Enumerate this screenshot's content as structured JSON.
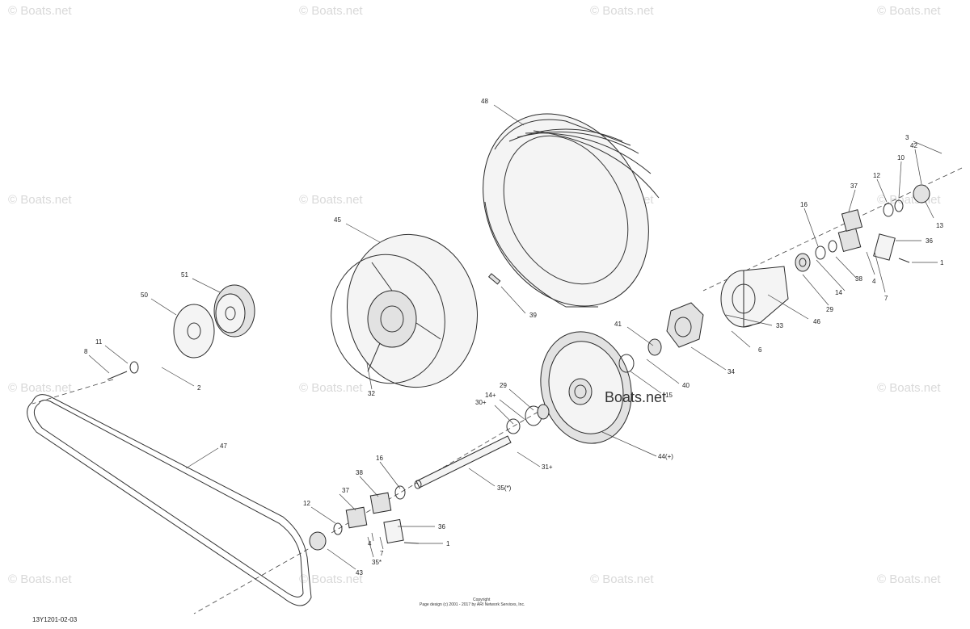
{
  "watermark": "© Boats.net",
  "brand_mark": "Boats.net",
  "copyright": {
    "line1": "Copyright",
    "line2": "Page design (c) 2001 - 2017 by ARI Network Services, Inc."
  },
  "drawing_code": "13Y1201-02-03",
  "callouts": [
    "48",
    "3",
    "42",
    "10",
    "12",
    "37",
    "13",
    "16",
    "36",
    "1",
    "38",
    "4",
    "7",
    "14",
    "29",
    "46",
    "33",
    "6",
    "41",
    "40",
    "15",
    "34",
    "45",
    "39",
    "32",
    "51",
    "50",
    "11",
    "8",
    "2",
    "29",
    "14+",
    "30+",
    "31+",
    "44(+)",
    "35(*)",
    "47",
    "16",
    "38",
    "37",
    "12",
    "36",
    "1",
    "7",
    "4",
    "35*",
    "43"
  ]
}
